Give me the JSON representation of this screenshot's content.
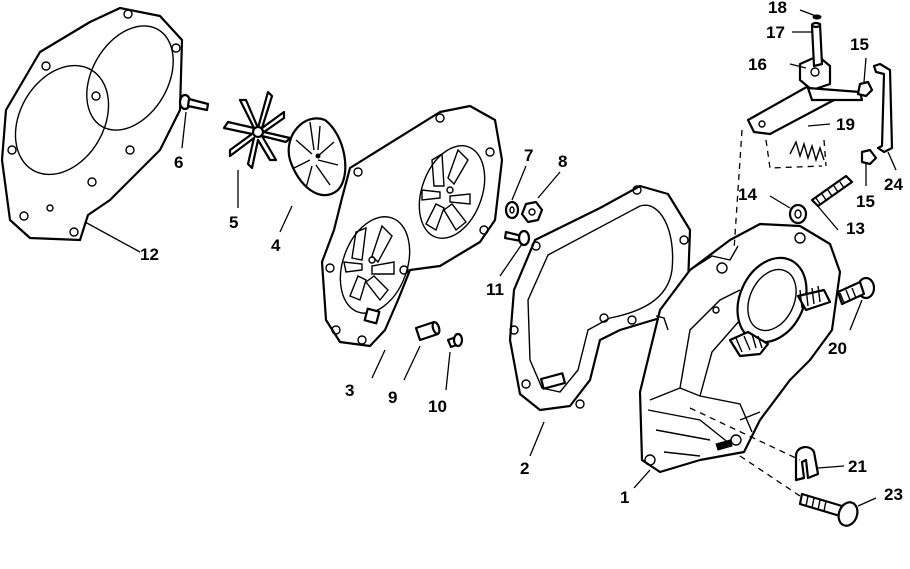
{
  "diagram": {
    "callouts": [
      {
        "id": "1",
        "text": "1"
      },
      {
        "id": "2",
        "text": "2"
      },
      {
        "id": "3",
        "text": "3"
      },
      {
        "id": "4",
        "text": "4"
      },
      {
        "id": "5",
        "text": "5"
      },
      {
        "id": "6",
        "text": "6"
      },
      {
        "id": "7",
        "text": "7"
      },
      {
        "id": "8",
        "text": "8"
      },
      {
        "id": "9",
        "text": "9"
      },
      {
        "id": "10",
        "text": "10"
      },
      {
        "id": "11",
        "text": "11"
      },
      {
        "id": "12",
        "text": "12"
      },
      {
        "id": "13",
        "text": "13"
      },
      {
        "id": "14",
        "text": "14"
      },
      {
        "id": "15a",
        "text": "15"
      },
      {
        "id": "15b",
        "text": "15"
      },
      {
        "id": "16",
        "text": "16"
      },
      {
        "id": "17",
        "text": "17"
      },
      {
        "id": "18",
        "text": "18"
      },
      {
        "id": "19",
        "text": "19"
      },
      {
        "id": "20",
        "text": "20"
      },
      {
        "id": "21",
        "text": "21"
      },
      {
        "id": "23",
        "text": "23"
      },
      {
        "id": "24",
        "text": "24"
      }
    ]
  }
}
